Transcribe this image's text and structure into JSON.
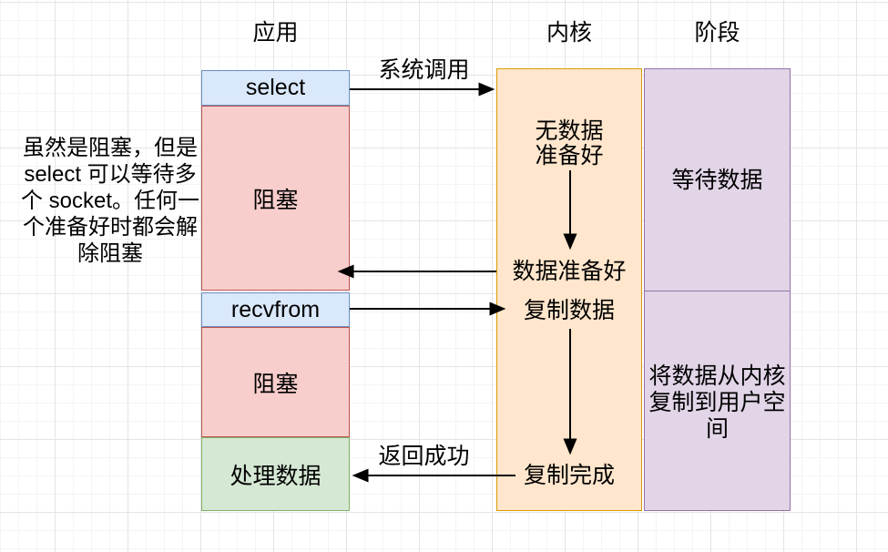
{
  "headers": {
    "app": "应用",
    "kernel": "内核",
    "stage": "阶段"
  },
  "note": {
    "text": "虽然是阻塞，但是\nselect 可以等待多\n个 socket。任何一\n个准备好时都会解\n除阻塞"
  },
  "app_lane": {
    "select_label": "select",
    "block1_label": "阻塞",
    "recvfrom_label": "recvfrom",
    "block2_label": "阻塞",
    "process_label": "处理数据"
  },
  "kernel_lane": {
    "no_data": "无数据\n准备好",
    "data_ready": "数据准备好",
    "copy_data": "复制数据",
    "copy_done": "复制完成"
  },
  "stage_lane": {
    "wait_data": "等待数据",
    "copy_desc": "将数据从内核\n复制到用户空\n间"
  },
  "arrow_labels": {
    "syscall": "系统调用",
    "return_success": "返回成功"
  },
  "colors": {
    "blue_fill": "#dae8fc",
    "blue_stroke": "#6c8ebf",
    "pink_fill": "#f8cecc",
    "pink_stroke": "#b85450",
    "green_fill": "#d5e8d4",
    "green_stroke": "#82b366",
    "orange_fill": "#ffe6cc",
    "orange_stroke": "#d79b00",
    "purple_fill": "#e1d5e7",
    "purple_stroke": "#9673a6",
    "arrow": "#000000"
  }
}
